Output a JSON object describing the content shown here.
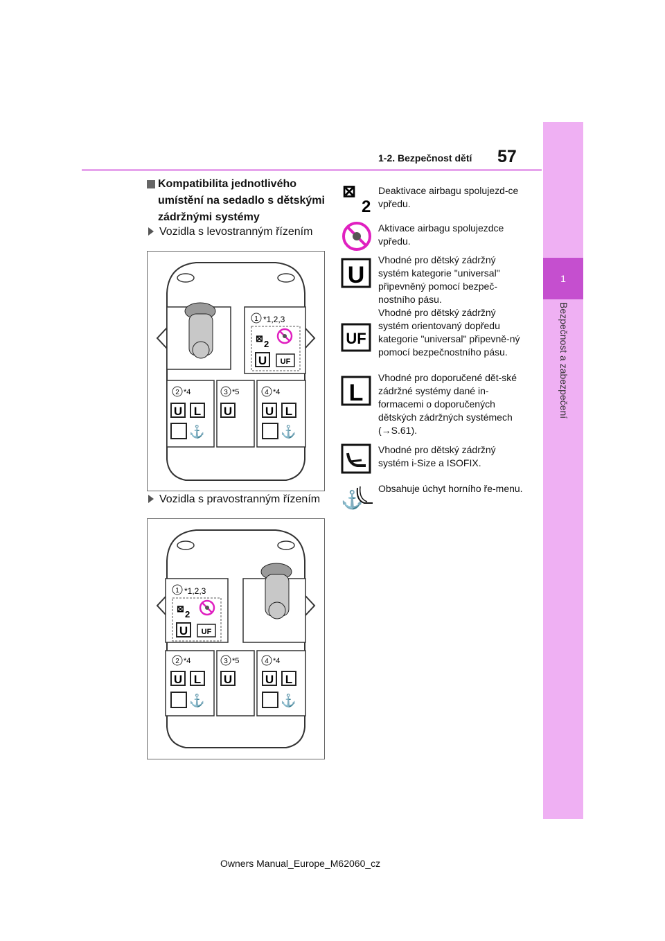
{
  "header": {
    "page_number": "57",
    "section_title": "1-2. Bezpečnost dětí"
  },
  "side_tab": {
    "chapter_number": "1",
    "chapter_title": "Bezpečnost a zabezpečení"
  },
  "content": {
    "heading": "Kompatibilita jednotlivého umístění na sedadlo s dětskými zádržnými systémy",
    "sub_left": "Vozidla s levostranným řízením",
    "sub_right": "Vozidla s pravostranným řízením"
  },
  "diagram": {
    "seat1_note": "*1,2,3",
    "seat2_note": "*4",
    "seat3_note": "*5",
    "seat4_note": "*4",
    "seat1_number": "1",
    "seat2_number": "2",
    "seat3_number": "3",
    "seat4_number": "4",
    "label_u": "U",
    "label_l": "L",
    "label_uf": "UF"
  },
  "legend": [
    {
      "icon": "airbag-off-icon",
      "text": "Deaktivace airbagu spolujezd-ce vpředu."
    },
    {
      "icon": "airbag-on-prohibited-icon",
      "text": "Aktivace airbagu spolujezdce vpředu."
    },
    {
      "icon": "universal-u-icon",
      "text": "Vhodné pro dětský zádržný systém kategorie \"universal\" připevněný pomocí bezpeč-nostního pásu."
    },
    {
      "icon": "universal-uf-icon",
      "text": "Vhodné pro dětský zádržný systém orientovaný dopředu kategorie \"universal\" připevně-ný pomocí bezpečnostního pásu."
    },
    {
      "icon": "recommended-l-icon",
      "text": "Vhodné pro doporučené dět-ské zádržné systémy dané in-formacemi o doporučených dětských zádržných systémech (→S.61)."
    },
    {
      "icon": "isofix-seat-icon",
      "text": "Vhodné pro dětský zádržný systém i-Size a ISOFIX."
    },
    {
      "icon": "top-tether-icon",
      "text": "Obsahuje úchyt horního ře-menu."
    }
  ],
  "footer": "Owners Manual_Europe_M62060_cz",
  "colors": {
    "accent": "#c54fcf",
    "tab": "#efb0f3",
    "rule": "#e6a3ec",
    "prohibit": "#e020c0"
  }
}
